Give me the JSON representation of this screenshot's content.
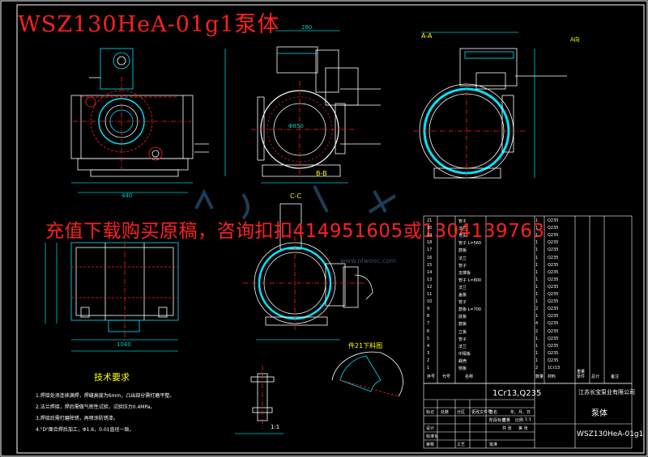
{
  "drawing": {
    "title": "WSZ130HeA-01g1泵体",
    "overlay_text": "充值下载购买原稿，咨询扣扣414951605或1304139763",
    "watermark": "www.nlwooc.com"
  },
  "views": {
    "section_b": "B-B",
    "section_c": "C-C",
    "section_a": "A-A",
    "part21_label": "件21下料图",
    "view_label_a": "A向",
    "scale_note": "1:1",
    "dims_front": [
      "440",
      "1040"
    ],
    "dims_left": [
      "280",
      "Φ850"
    ]
  },
  "tech": {
    "title": "技术要求",
    "notes": [
      "1.焊接处须连续满焊，焊缝高度为6mm，凸出部分需打磨平整。",
      "2.法兰焊接，焊后需做气密性试验，试验压力0.4MPa。",
      "3.焊接后需打磨除锈，再喷涂防锈漆。",
      "4.\"D\"面合焊后加工，Φ1.6，0.01直径一致。"
    ]
  },
  "bom": {
    "rows": [
      {
        "no": "21",
        "code": "",
        "name": "管子",
        "qty": "1",
        "mat": "Q235"
      },
      {
        "no": "20",
        "code": "",
        "name": "法兰",
        "qty": "1",
        "mat": "Q235"
      },
      {
        "no": "19",
        "code": "",
        "name": "弯头",
        "qty": "1",
        "mat": "Q235"
      },
      {
        "no": "18",
        "code": "",
        "name": "管子 L=560",
        "qty": "1",
        "mat": "Q235"
      },
      {
        "no": "17",
        "code": "",
        "name": "筋板",
        "qty": "1",
        "mat": "Q235"
      },
      {
        "no": "16",
        "code": "",
        "name": "法兰",
        "qty": "1",
        "mat": "Q235"
      },
      {
        "no": "15",
        "code": "",
        "name": "管子",
        "qty": "1",
        "mat": "Q235"
      },
      {
        "no": "14",
        "code": "",
        "name": "支撑板",
        "qty": "1",
        "mat": "Q235"
      },
      {
        "no": "13",
        "code": "",
        "name": "管子 L=800",
        "qty": "1",
        "mat": "Q235"
      },
      {
        "no": "12",
        "code": "",
        "name": "法兰",
        "qty": "1",
        "mat": "Q235"
      },
      {
        "no": "11",
        "code": "",
        "name": "盖板",
        "qty": "1",
        "mat": "Q235"
      },
      {
        "no": "10",
        "code": "",
        "name": "管子",
        "qty": "1",
        "mat": "Q235"
      },
      {
        "no": "9",
        "code": "",
        "name": "筋板 L=700",
        "qty": "2",
        "mat": "Q235"
      },
      {
        "no": "8",
        "code": "",
        "name": "底板",
        "qty": "1",
        "mat": "Q235"
      },
      {
        "no": "7",
        "code": "",
        "name": "筋板",
        "qty": "4",
        "mat": "Q235"
      },
      {
        "no": "6",
        "code": "",
        "name": "立板",
        "qty": "2",
        "mat": "Q235"
      },
      {
        "no": "5",
        "code": "",
        "name": "管子",
        "qty": "1",
        "mat": "Q235"
      },
      {
        "no": "4",
        "code": "",
        "name": "法兰",
        "qty": "1",
        "mat": "Q235"
      },
      {
        "no": "3",
        "code": "",
        "name": "中隔板",
        "qty": "1",
        "mat": "Q235"
      },
      {
        "no": "2",
        "code": "",
        "name": "蜗壳",
        "qty": "1",
        "mat": "Q235"
      },
      {
        "no": "1",
        "code": "",
        "name": "侧板",
        "qty": "2",
        "mat": "1Cr13"
      }
    ],
    "header": {
      "no": "序号",
      "code": "代号",
      "name": "名称",
      "qty": "数量",
      "mat": "材料",
      "unit_wt": "单件",
      "total_wt": "总计",
      "weight": "重量",
      "remark": "备注"
    }
  },
  "title_block": {
    "material": "1Cr13,Q235",
    "company": "江苏长宝泵业有限公司",
    "part_name": "泵体",
    "drawing_no": "WSZ130HeA-01g1",
    "labels": [
      "标记",
      "处数",
      "分区",
      "更改文件号",
      "签名",
      "年、月、日",
      "设计",
      "标准化",
      "阶段标记",
      "重量",
      "比例",
      "审核",
      "工艺",
      "批准",
      "共 张",
      "第 张"
    ],
    "scale": "1:1"
  },
  "colors": {
    "background": "#000000",
    "line": "#ffffff",
    "hidden": "#ff2020",
    "accent": "#00e5ff",
    "dim": "#00c8c8",
    "title": "#ff2020",
    "text_yellow": "#ffff00"
  }
}
